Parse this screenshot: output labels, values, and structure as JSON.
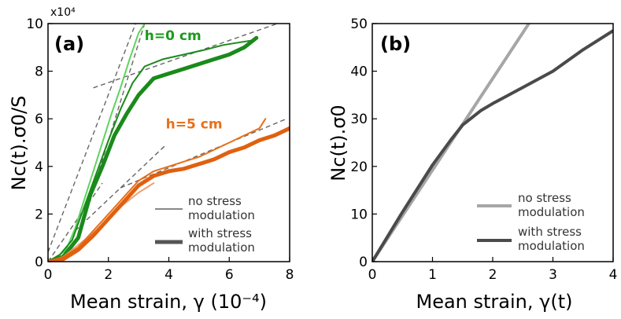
{
  "chart_data": [
    {
      "panel": "(a)",
      "type": "line",
      "xlabel": "Mean strain, γ (10⁻⁴)",
      "ylabel": "Nc(t).σ0/S",
      "scale_note": "x10⁴",
      "xlim": [
        0,
        8
      ],
      "ylim": [
        0,
        10
      ],
      "x_ticks": [
        "0",
        "2",
        "4",
        "6",
        "8"
      ],
      "y_ticks": [
        "0",
        "2",
        "4",
        "6",
        "8",
        "10"
      ],
      "annotations": [
        {
          "text": "h=0 cm",
          "x": 3.2,
          "y": 9.3,
          "color": "#1a9a1a"
        },
        {
          "text": "h=5 cm",
          "x": 3.9,
          "y": 5.6,
          "color": "#e8701a"
        }
      ],
      "legend": [
        {
          "label_line1": "no stress",
          "label_line2": "modulation",
          "style": "thin"
        },
        {
          "label_line1": "with stress",
          "label_line2": "modulation",
          "style": "thick"
        }
      ],
      "series": [
        {
          "group": "h=0 cm",
          "style": "thin",
          "color": "#5fd35f",
          "x": [
            0,
            0.3,
            0.6,
            0.9,
            1.2,
            1.5,
            1.8,
            2.1,
            2.4,
            2.7,
            3.0,
            3.2
          ],
          "y": [
            0,
            0.2,
            0.5,
            1.4,
            2.6,
            3.8,
            5.0,
            6.2,
            7.3,
            8.5,
            9.6,
            10.0
          ]
        },
        {
          "group": "h=0 cm",
          "style": "thin",
          "color": "#1a8a1a",
          "x": [
            0,
            0.4,
            0.8,
            1.2,
            1.6,
            2.0,
            2.4,
            2.8,
            3.2,
            3.8,
            4.5,
            5.2,
            5.8,
            6.3,
            6.8
          ],
          "y": [
            0,
            0.3,
            0.9,
            2.3,
            3.7,
            5.1,
            6.4,
            7.5,
            8.2,
            8.5,
            8.7,
            8.9,
            9.1,
            9.2,
            9.3
          ]
        },
        {
          "group": "h=0 cm",
          "style": "thick",
          "color": "#1a8a1a",
          "x": [
            0,
            0.5,
            1.0,
            1.4,
            1.8,
            2.2,
            2.6,
            3.0,
            3.5,
            4.0,
            4.5,
            5.0,
            5.5,
            6.0,
            6.5,
            6.9
          ],
          "y": [
            0,
            0.2,
            1.0,
            2.8,
            4.0,
            5.3,
            6.2,
            7.0,
            7.7,
            7.9,
            8.1,
            8.3,
            8.5,
            8.7,
            9.0,
            9.4
          ]
        },
        {
          "group": "h=5 cm",
          "style": "thin",
          "color": "#f0a070",
          "x": [
            0,
            0.5,
            1.0,
            1.5,
            2.0,
            2.5,
            3.0,
            3.5
          ],
          "y": [
            0,
            0.2,
            0.7,
            1.2,
            1.8,
            2.4,
            2.9,
            3.3
          ]
        },
        {
          "group": "h=5 cm",
          "style": "thin",
          "color": "#e8701a",
          "x": [
            0,
            0.5,
            1.0,
            1.5,
            2.0,
            2.5,
            3.0,
            3.5,
            4.0,
            4.5,
            5.0,
            5.5,
            6.0,
            6.5,
            7.0,
            7.2
          ],
          "y": [
            0,
            0.2,
            0.6,
            1.3,
            2.0,
            2.7,
            3.4,
            3.8,
            4.0,
            4.2,
            4.4,
            4.7,
            5.0,
            5.3,
            5.6,
            6.0
          ]
        },
        {
          "group": "h=5 cm",
          "style": "thick",
          "color": "#e06010",
          "x": [
            0,
            0.5,
            1.0,
            1.5,
            2.0,
            2.5,
            3.0,
            3.5,
            4.0,
            4.5,
            5.0,
            5.5,
            6.0,
            6.5,
            7.0,
            7.5,
            8.0
          ],
          "y": [
            0,
            0.1,
            0.5,
            1.1,
            1.8,
            2.5,
            3.2,
            3.6,
            3.8,
            3.9,
            4.1,
            4.3,
            4.6,
            4.8,
            5.1,
            5.3,
            5.6
          ]
        }
      ],
      "fit_lines": [
        {
          "x": [
            1.0,
            3.2
          ],
          "y": [
            1.0,
            10.0
          ]
        },
        {
          "x": [
            0.0,
            2.9
          ],
          "y": [
            0.4,
            10.0
          ]
        },
        {
          "x": [
            1.5,
            7.6
          ],
          "y": [
            7.3,
            10.0
          ]
        },
        {
          "x": [
            0.9,
            3.9
          ],
          "y": [
            1.3,
            4.9
          ]
        },
        {
          "x": [
            2.4,
            7.9
          ],
          "y": [
            3.1,
            6.0
          ]
        },
        {
          "x": [
            0.0,
            1.8
          ],
          "y": [
            0.0,
            3.3
          ]
        }
      ]
    },
    {
      "panel": "(b)",
      "type": "line",
      "xlabel": "Mean strain, γ(t)",
      "ylabel": "Nc(t).σ0",
      "xlim": [
        0,
        4
      ],
      "ylim": [
        0,
        50
      ],
      "x_ticks": [
        "0",
        "1",
        "2",
        "3",
        "4"
      ],
      "y_ticks": [
        "0",
        "10",
        "20",
        "30",
        "40",
        "50"
      ],
      "legend": [
        {
          "label_line1": "no stress",
          "label_line2": "modulation",
          "color": "#a6a6a6"
        },
        {
          "label_line1": "with stress",
          "label_line2": "modulation",
          "color": "#4a4a4a"
        }
      ],
      "series": [
        {
          "style": "no stress modulation",
          "color": "#a6a6a6",
          "x": [
            0,
            2.6
          ],
          "y": [
            0,
            50
          ]
        },
        {
          "style": "with stress modulation",
          "color": "#4a4a4a",
          "x": [
            0,
            0.5,
            1.0,
            1.3,
            1.5,
            1.8,
            2.0,
            2.5,
            3.0,
            3.5,
            4.0
          ],
          "y": [
            0,
            10.4,
            20.3,
            25.5,
            28.7,
            31.7,
            33.2,
            36.6,
            40.0,
            44.5,
            48.5
          ]
        }
      ]
    }
  ]
}
